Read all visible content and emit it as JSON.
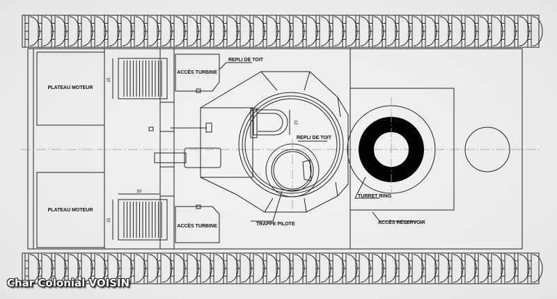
{
  "caption": "Char Colonial VOISIN",
  "labels": {
    "plateau_moteur_top": "PLATEAU MOTEUR",
    "plateau_moteur_bottom": "PLATEAU MOTEUR",
    "acces_turbine_top": "ACCÈS TURBINE",
    "acces_turbine_bottom": "ACCÈS TURBINE",
    "repli_de_toit_1": "REPLI DE TOIT",
    "repli_de_toit_2": "REPLI DE TOIT",
    "turret_ring": "TURRET RING",
    "trappe_pilote": "TRAPPE PILOTE",
    "acces_reservoir": "ACCÈS RÉSERVOIR"
  },
  "dimensions": {
    "grille_height_top": "15",
    "grille_height_bottom": "15",
    "grille_width": "50",
    "hatch_width": "12"
  }
}
